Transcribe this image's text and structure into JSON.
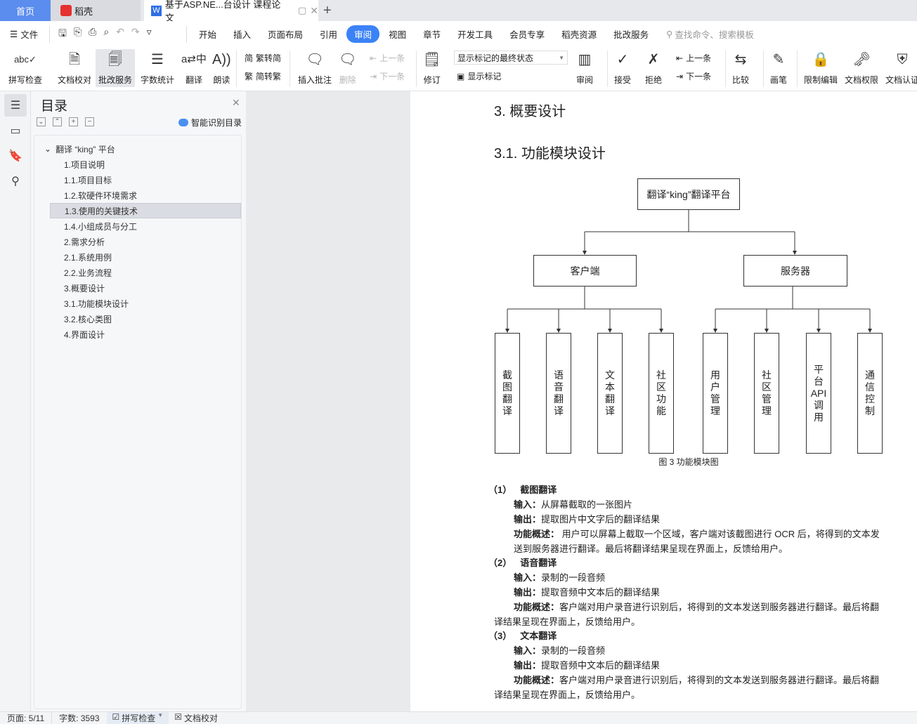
{
  "tabs": {
    "home": "首页",
    "docer": "稻壳",
    "doc": "基于ASP.NE...台设计 课程论文",
    "new": "+"
  },
  "menu": {
    "file": "文件",
    "items": [
      "开始",
      "插入",
      "页面布局",
      "引用",
      "审阅",
      "视图",
      "章节",
      "开发工具",
      "会员专享",
      "稻壳资源",
      "批改服务"
    ],
    "active": "审阅",
    "search_placeholder": "查找命令、搜索模板"
  },
  "ribbon": {
    "spell": "拼写检查",
    "proof": "文档校对",
    "correct": "批改服务",
    "wordcount": "字数统计",
    "translate": "翻译",
    "read": "朗读",
    "t2s": "繁转简",
    "s2t": "简转繁",
    "insert_comment": "插入批注",
    "delete": "删除",
    "prev": "上一条",
    "next": "下一条",
    "revise": "修订",
    "markup_state": "显示标记的最终状态",
    "show_markup": "显示标记",
    "review": "审阅",
    "accept": "接受",
    "reject": "拒绝",
    "prev2": "上一条",
    "next2": "下一条",
    "compare": "比较",
    "pen": "画笔",
    "restrict": "限制编辑",
    "permission": "文档权限",
    "certify": "文档认证"
  },
  "toc": {
    "title": "目录",
    "smart": "智能识别目录",
    "root": "翻译 “king” 平台",
    "items": [
      "1.项目说明",
      "1.1.项目目标",
      "1.2.软硬件环境需求",
      "1.3.使用的关键技术",
      "1.4.小组成员与分工",
      "2.需求分析",
      "2.1.系统用例",
      "2.2.业务流程",
      "3.概要设计",
      "3.1.功能模块设计",
      "3.2.核心类图",
      "4.界面设计"
    ],
    "selected_index": 3
  },
  "doc": {
    "h1": "3.  概要设计",
    "h2": "3.1. 功能模块设计",
    "diagram": {
      "root": "翻译“king”翻译平台",
      "client": "客户端",
      "server": "服务器",
      "client_leaves": [
        "截图翻译",
        "语音翻译",
        "文本翻译",
        "社区功能"
      ],
      "server_leaves": [
        "用户管理",
        "社区管理",
        "平台API调用",
        "通信控制"
      ],
      "caption": "图  3 功能模块图"
    },
    "sections": [
      {
        "num": "（1）",
        "title": "截图翻译",
        "input_label": "输入：",
        "input": "从屏幕截取的一张图片",
        "output_label": "输出：",
        "output": "提取图片中文字后的翻译结果",
        "desc_label": "功能概述：",
        "desc": " 用户可以屏幕上截取一个区域，客户端对该截图进行 OCR 后，将得到的文本发送到服务器进行翻译。最后将翻译结果呈现在界面上，反馈给用户。"
      },
      {
        "num": "（2）",
        "title": "语音翻译",
        "input_label": "输入：",
        "input": "录制的一段音频",
        "output_label": "输出：",
        "output": "提取音频中文本后的翻译结果",
        "desc_label": "功能概述：",
        "desc": "客户端对用户录音进行识别后，将得到的文本发送到服务器进行翻译。最后将翻译结果呈现在界面上，反馈给用户。"
      },
      {
        "num": "（3）",
        "title": "文本翻译",
        "input_label": "输入：",
        "input": "录制的一段音频",
        "output_label": "输出：",
        "output": "提取音频中文本后的翻译结果",
        "desc_label": "功能概述：",
        "desc": "客户端对用户录音进行识别后，将得到的文本发送到服务器进行翻译。最后将翻译结果呈现在界面上，反馈给用户。"
      }
    ]
  },
  "status": {
    "page": "页面: 5/11",
    "words": "字数: 3593",
    "spell": "拼写检查",
    "proof": "文档校对"
  },
  "colors": {
    "accent": "#3b82f6",
    "home_tab": "#5b8def"
  }
}
